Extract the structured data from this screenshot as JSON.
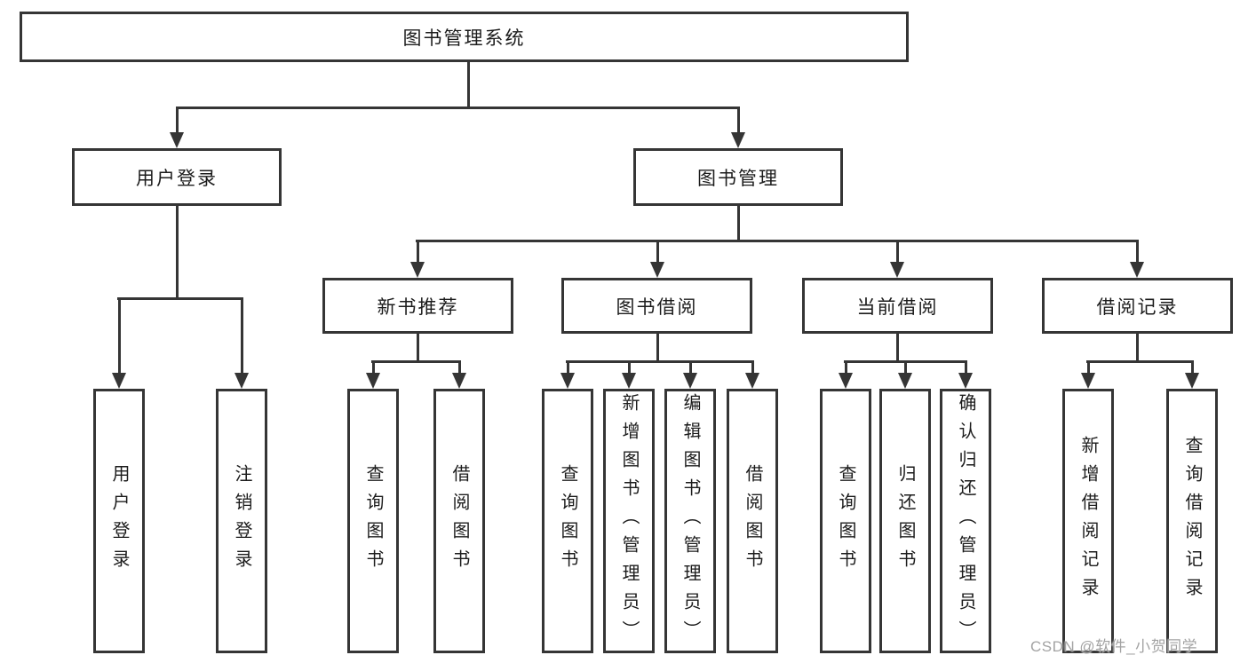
{
  "diagram_title": "图书管理系统",
  "colors": {
    "line": "#353535",
    "text": "#1c1c1c",
    "box_bg": "#ffffff",
    "watermark": "#a3a3a3",
    "page_bg": "#ffffff"
  },
  "tree": {
    "root": {
      "label": "图书管理系统",
      "children": [
        {
          "label": "用户登录",
          "children": [
            {
              "label": "用户登录"
            },
            {
              "label": "注销登录"
            }
          ]
        },
        {
          "label": "图书管理",
          "children": [
            {
              "label": "新书推荐",
              "children": [
                {
                  "label": "查询图书"
                },
                {
                  "label": "借阅图书"
                }
              ]
            },
            {
              "label": "图书借阅",
              "children": [
                {
                  "label": "查询图书"
                },
                {
                  "label": "新增图书（管理员）"
                },
                {
                  "label": "编辑图书（管理员）"
                },
                {
                  "label": "借阅图书"
                }
              ]
            },
            {
              "label": "当前借阅",
              "children": [
                {
                  "label": "查询图书"
                },
                {
                  "label": "归还图书"
                },
                {
                  "label": "确认归还（管理员）"
                }
              ]
            },
            {
              "label": "借阅记录",
              "children": [
                {
                  "label": "新增借阅记录"
                },
                {
                  "label": "查询借阅记录"
                }
              ]
            }
          ]
        }
      ]
    }
  },
  "watermark": "CSDN @软件_小贺同学"
}
